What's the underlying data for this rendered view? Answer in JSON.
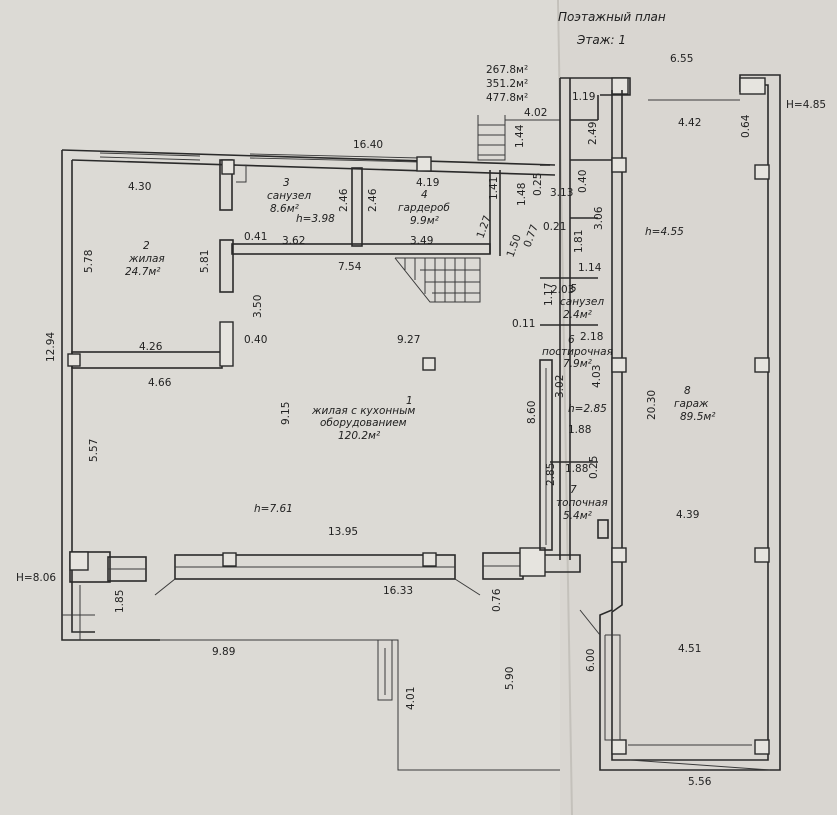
{
  "header": {
    "title": "Поэтажный план",
    "floor": "Этаж: 1",
    "areas": [
      "267.8м²",
      "351.2м²",
      "477.8м²"
    ]
  },
  "levels": {
    "left": "H=8.06",
    "right": "H=4.85"
  },
  "rooms": {
    "r1": {
      "num": "1",
      "name1": "жилая с кухонным",
      "name2": "оборудованием",
      "area": "120.2м²",
      "h": "h=7.61"
    },
    "r2": {
      "num": "2",
      "name": "жилая",
      "area": "24.7м²"
    },
    "r3": {
      "num": "3",
      "name": "санузел",
      "area": "8.6м²",
      "h": "h=3.98"
    },
    "r4": {
      "num": "4",
      "name": "гардероб",
      "area": "9.9м²"
    },
    "r5": {
      "num": "5",
      "name": "санузел",
      "area": "2.4м²"
    },
    "r6": {
      "num": "6",
      "name": "постирочная",
      "area": "7.9м²",
      "h": "h=2.85"
    },
    "r7": {
      "num": "7",
      "name": "топочная",
      "area": "5.4м²"
    },
    "r8": {
      "num": "8",
      "name": "гараж",
      "area": "89.5м²",
      "h": "h=4.55"
    }
  },
  "dims": {
    "d_16_40": "16.40",
    "d_4_30": "4.30",
    "d_5_78": "5.78",
    "d_5_81": "5.81",
    "d_0_41": "0.41",
    "d_3_62": "3.62",
    "d_2_46a": "2.46",
    "d_2_46b": "2.46",
    "d_4_19": "4.19",
    "d_3_49": "3.49",
    "d_7_54": "7.54",
    "d_1_41": "1.41",
    "d_1_27": "1.27",
    "d_1_50": "1.50",
    "d_0_77": "0.77",
    "d_1_48": "1.48",
    "d_0_25a": "0.25",
    "d_3_13": "3.13",
    "d_4_02": "4.02",
    "d_1_44": "1.44",
    "d_1_19": "1.19",
    "d_2_49": "2.49",
    "d_0_40a": "0.40",
    "d_3_06": "3.06",
    "d_0_21": "0.21",
    "d_1_81": "1.81",
    "d_1_14": "1.14",
    "d_2_03": "2.03",
    "d_1_17": "1.17",
    "d_0_11": "0.11",
    "d_2_18": "2.18",
    "d_4_03": "4.03",
    "d_3_02": "3.02",
    "d_8_60": "8.60",
    "d_1_88a": "1.88",
    "d_1_88b": "1.88",
    "d_0_25b": "0.25",
    "d_2_85": "2.85",
    "d_6_55": "6.55",
    "d_4_42": "4.42",
    "d_0_64": "0.64",
    "d_20_30": "20.30",
    "d_4_39": "4.39",
    "d_4_51": "4.51",
    "d_6_00": "6.00",
    "d_5_56": "5.56",
    "d_12_94": "12.94",
    "d_4_26": "4.26",
    "d_0_40b": "0.40",
    "d_3_50": "3.50",
    "d_9_27": "9.27",
    "d_4_66": "4.66",
    "d_9_15": "9.15",
    "d_5_57": "5.57",
    "d_13_95": "13.95",
    "d_16_33": "16.33",
    "d_0_76": "0.76",
    "d_1_85": "1.85",
    "d_9_89": "9.89",
    "d_4_01": "4.01",
    "d_5_90": "5.90"
  },
  "colors": {
    "paper": "#d9d6d1",
    "line": "#2a2a2a"
  }
}
